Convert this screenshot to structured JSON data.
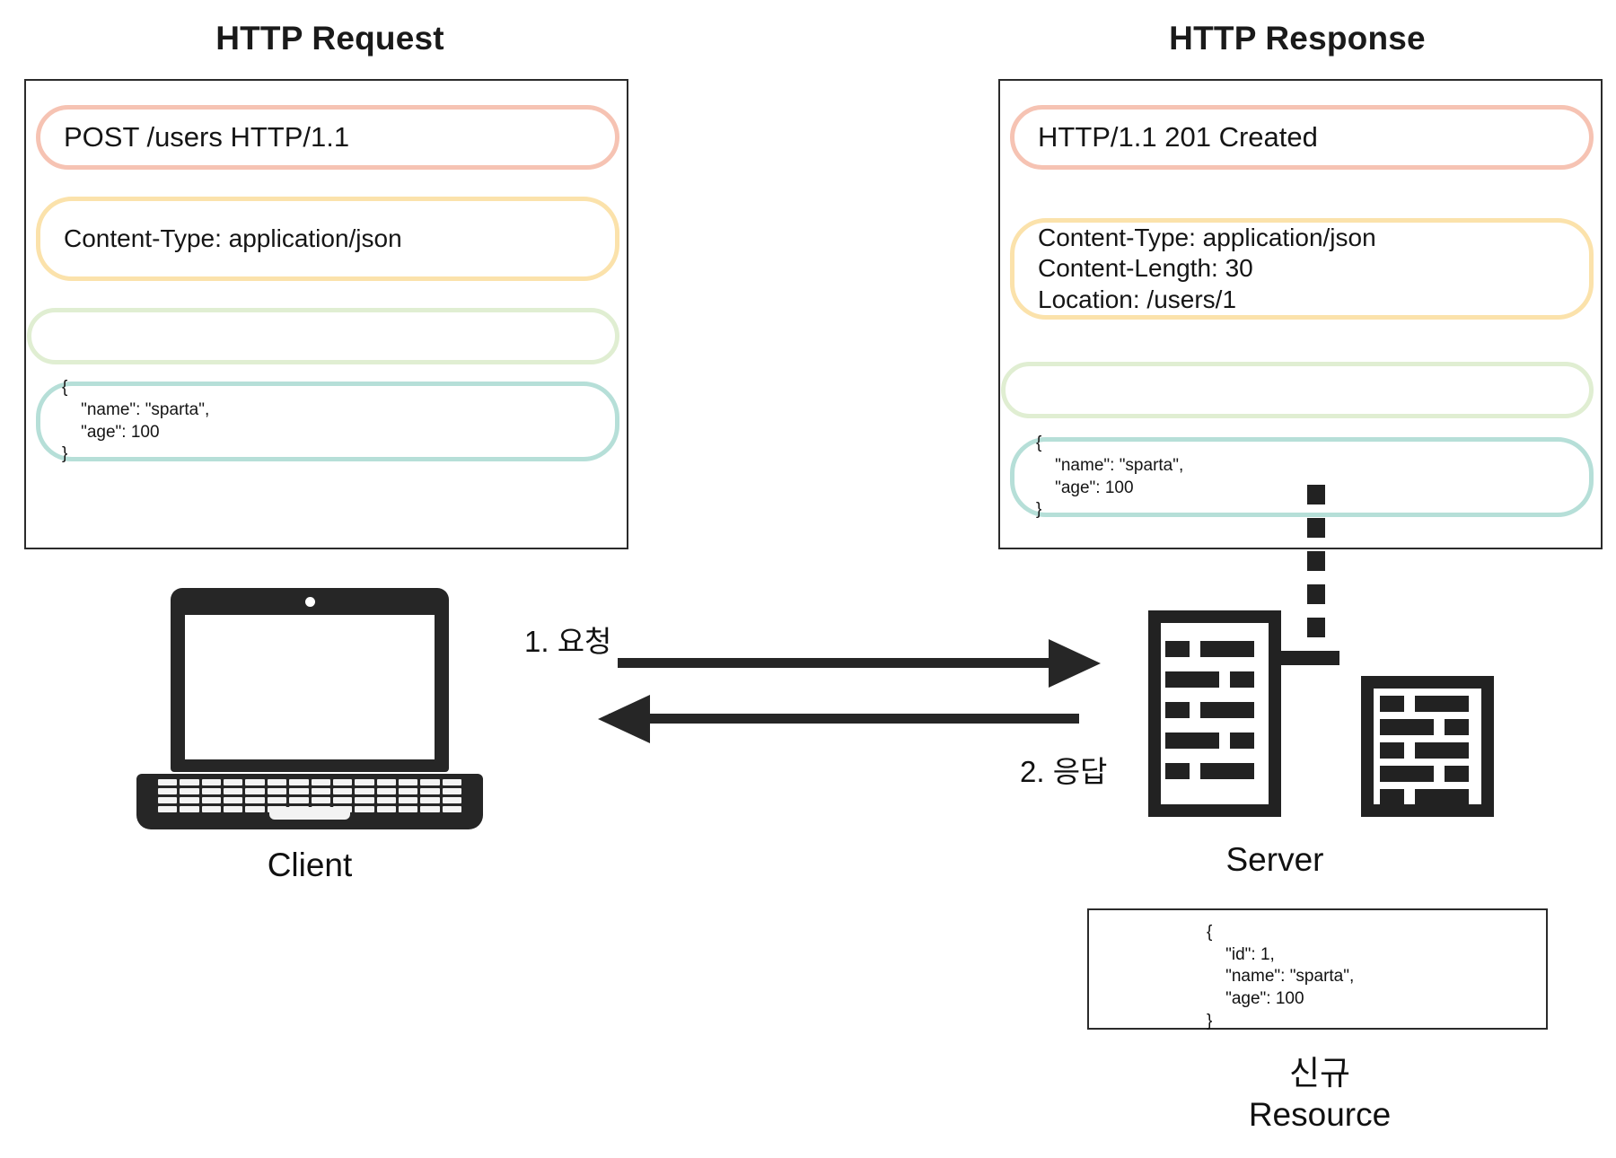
{
  "diagram": {
    "title_left": "HTTP Request",
    "title_right": "HTTP Response"
  },
  "request": {
    "start_line": "POST /users HTTP/1.1",
    "headers": "Content-Type: application/json",
    "blank_line": "",
    "body": "{\n    \"name\": \"sparta\",\n    \"age\": 100\n}"
  },
  "response": {
    "status_line": "HTTP/1.1 201 Created",
    "headers": "Content-Type: application/json\nContent-Length: 30\nLocation: /users/1",
    "blank_line": "",
    "body": "{\n    \"name\": \"sparta\",\n    \"age\": 100\n}"
  },
  "flow": {
    "request_label": "1. 요청",
    "response_label": "2. 응답"
  },
  "nodes": {
    "client_label": "Client",
    "server_label": "Server",
    "resource_label": "신규\nResource"
  },
  "resource": {
    "body": "{\n    \"id\": 1,\n    \"name\": \"sparta\",\n    \"age\": 100\n}"
  },
  "colors": {
    "start_line_border": "#f6c3b3",
    "headers_border": "#fbe2ab",
    "blank_border": "#e0eed2",
    "body_border": "#b6dfd8",
    "panel_border": "#2b2b2b",
    "ink": "#262626"
  }
}
